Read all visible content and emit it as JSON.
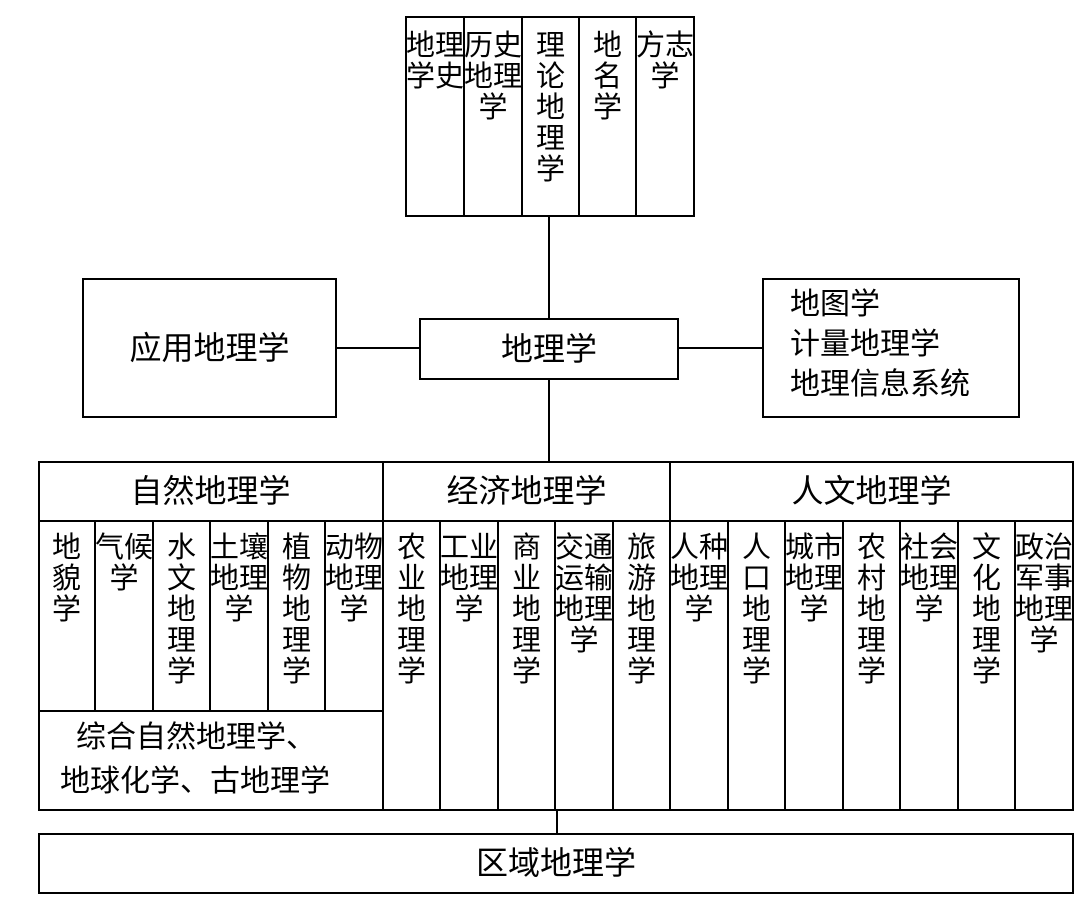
{
  "top_branches": [
    "地理学史",
    "历史地理学",
    "理论地理学",
    "地名学",
    "方志学"
  ],
  "center": "地理学",
  "left_box": "应用地理学",
  "right_box": [
    "地图学",
    "计量地理学",
    "地理信息系统"
  ],
  "groups": {
    "natural": {
      "title": "自然地理学",
      "items": [
        "地貌学",
        "气候学",
        "水文地理学",
        "土壤地理学",
        "植物地理学",
        "动物地理学"
      ],
      "footer": [
        "综合自然地理学、",
        "地球化学、古地理学"
      ]
    },
    "economic": {
      "title": "经济地理学",
      "items": [
        "农业地理学",
        "工业地理学",
        "商业地理学",
        "交通运输地理学",
        "旅游地理学"
      ]
    },
    "human": {
      "title": "人文地理学",
      "items": [
        "人种地理学",
        "人口地理学",
        "城市地理学",
        "农村地理学",
        "社会地理学",
        "文化地理学",
        "政治军事地理学"
      ]
    }
  },
  "bottom": "区域地理学"
}
